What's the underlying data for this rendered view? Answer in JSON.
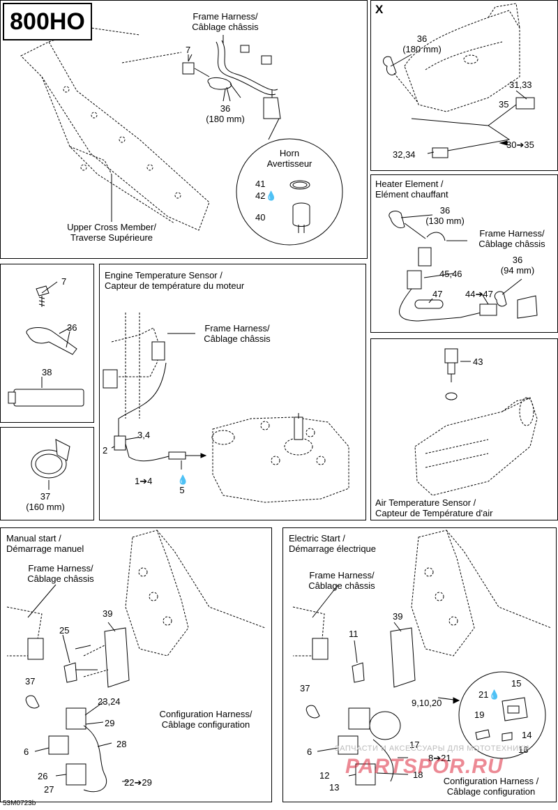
{
  "header": {
    "model": "800HO"
  },
  "top_frame": {
    "frame_harness": [
      "Frame Harness/",
      "Câblage châssis"
    ],
    "ref_7": "7",
    "ref_36": [
      "36",
      "(180 mm)"
    ],
    "horn_title": [
      "Horn",
      "Avertisseur"
    ],
    "ref_41": "41",
    "ref_42": "42",
    "ref_40": "40",
    "cross_member": [
      "Upper Cross Member/",
      "Traverse Supérieure"
    ]
  },
  "fuel_panel": {
    "panel_letter": "X",
    "ref_36": [
      "36",
      "(180 mm)"
    ],
    "ref_31_33": "31,33",
    "ref_35": "35",
    "ref_32_34": "32,34",
    "ref_30_35": "30➔35"
  },
  "heater_panel": {
    "title": [
      "Heater Element /",
      "Elément chauffant"
    ],
    "ref_36a": [
      "36",
      "(130 mm)"
    ],
    "frame_harness": [
      "Frame Harness/",
      "Câblage châssis"
    ],
    "ref_45_46": "45,46",
    "ref_36b": [
      "36",
      "(94 mm)"
    ],
    "ref_47": "47",
    "ref_44_47": "44➔47"
  },
  "parts_panel": {
    "ref_7": "7",
    "ref_36": "36",
    "ref_38": "38"
  },
  "clamp_panel": {
    "ref_37": [
      "37",
      "(160 mm)"
    ]
  },
  "engine_panel": {
    "title": [
      "Engine Temperature Sensor /",
      "Capteur de température du moteur"
    ],
    "frame_harness": [
      "Frame Harness/",
      "Câblage châssis"
    ],
    "ref_3_4": "3,4",
    "ref_2": "2",
    "ref_1_4": "1➔4",
    "ref_5": "5"
  },
  "air_panel": {
    "ref_43": "43",
    "title": [
      "Air Temperature Sensor /",
      "Capteur de Température d'air"
    ]
  },
  "manual_panel": {
    "title": [
      "Manual start /",
      "Démarrage manuel"
    ],
    "frame_harness": [
      "Frame Harness/",
      "Câblage châssis"
    ],
    "ref_39": "39",
    "ref_25": "25",
    "ref_37": "37",
    "ref_23_24": "23,24",
    "ref_29": "29",
    "config_harness": [
      "Configuration Harness/",
      "Câblage configuration"
    ],
    "ref_28": "28",
    "ref_6": "6",
    "ref_26": "26",
    "ref_27": "27",
    "ref_22_29": "22➔29"
  },
  "electric_panel": {
    "title": [
      "Electric Start /",
      "Démarrage électrique"
    ],
    "frame_harness": [
      "Frame Harness/",
      "Câblage châssis"
    ],
    "ref_39": "39",
    "ref_11": "11",
    "ref_37": "37",
    "ref_9_10_20": "9,10,20",
    "ref_15": "15",
    "ref_21": "21",
    "ref_19": "19",
    "ref_14": "14",
    "ref_16": "16",
    "ref_6": "6",
    "ref_17": "17",
    "ref_8_21": "8➔21",
    "ref_12": "12",
    "ref_13": "13",
    "ref_18": "18",
    "config_harness": [
      "Configuration Harness /",
      "Câblage configuration"
    ]
  },
  "footer": {
    "drawing_code": "53M0723b",
    "watermark_line": "ЗАПЧАСТИ И АКСЕССУАРЫ ДЛЯ МОТОТЕХНИКИ",
    "watermark_site": "PARTSPOR.RU"
  }
}
